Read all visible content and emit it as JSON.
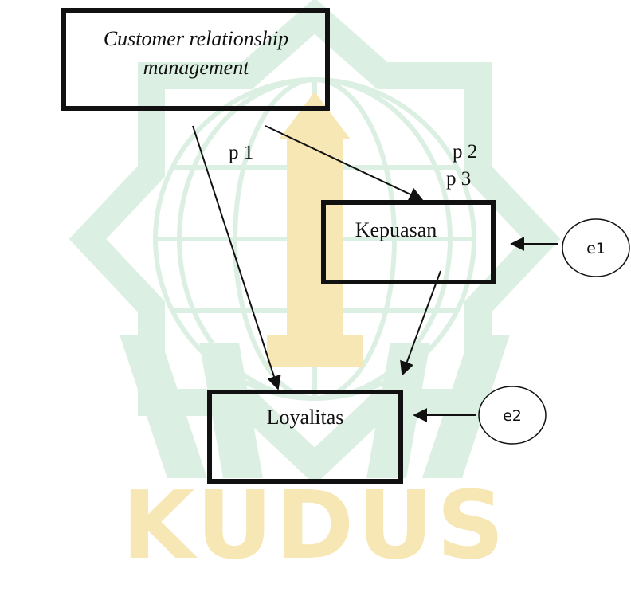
{
  "watermark": {
    "text": "KUDUS",
    "colors": {
      "green": "#dcefe3",
      "gold": "#f7e7b4"
    }
  },
  "nodes": {
    "crm": {
      "line1": "Customer relationship",
      "line2": "management"
    },
    "kepuasan": {
      "label": "Kepuasan"
    },
    "loyalitas": {
      "label": "Loyalitas"
    },
    "e1": {
      "label": "e1"
    },
    "e2": {
      "label": "e2"
    }
  },
  "paths": {
    "p1": "p 1",
    "p2": "p 2",
    "p3": "p 3"
  },
  "colors": {
    "stroke": "#111111",
    "background": "#ffffff"
  }
}
